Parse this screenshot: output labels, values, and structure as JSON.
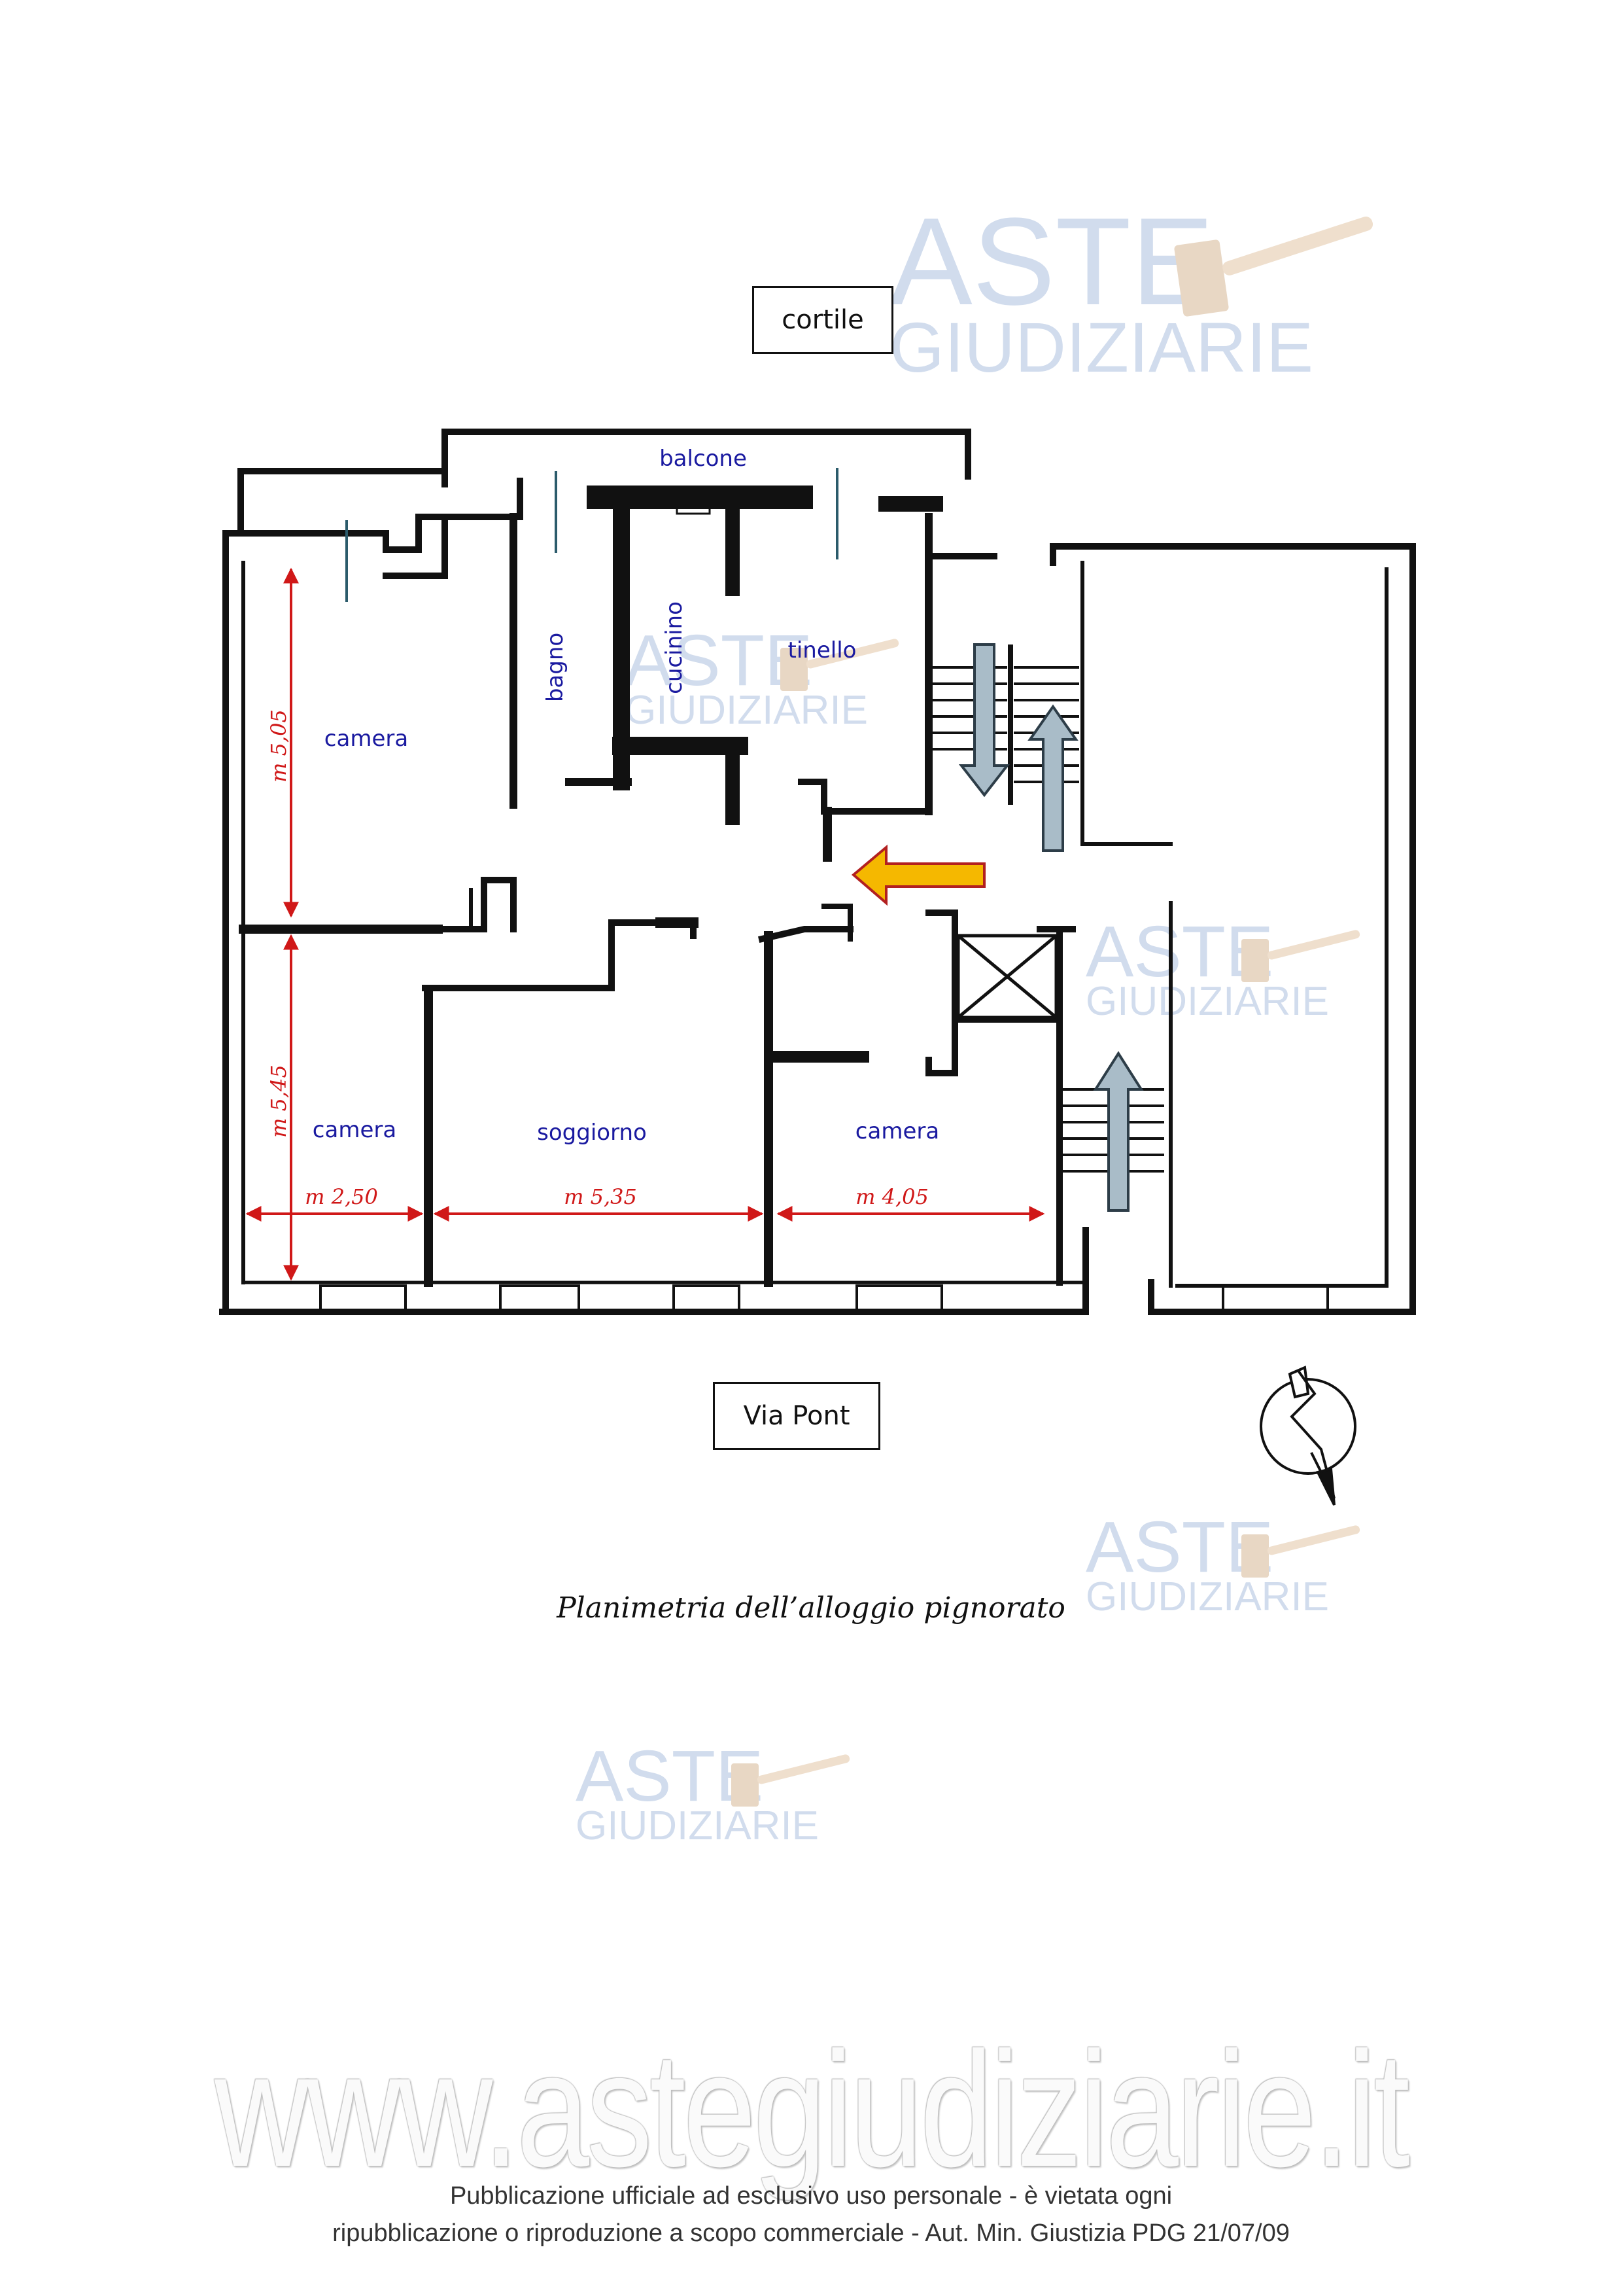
{
  "labels": {
    "cortile": "cortile",
    "via": "Via Pont",
    "balcone": "balcone",
    "cucinino": "cucinino",
    "tinello": "tinello",
    "bagno": "bagno",
    "camera_top_left": "camera",
    "camera_bottom_left": "camera",
    "soggiorno": "soggiorno",
    "camera_bottom_right": "camera"
  },
  "dimensions": {
    "d505": "m 5,05",
    "d545": "m 5,45",
    "d250": "m 2,50",
    "d535": "m 5,35",
    "d405": "m 4,05"
  },
  "caption": "Planimetria dell’alloggio pignorato",
  "watermark": {
    "line1": "ASTE",
    "line2": "GIUDIZIARIE",
    "site": "www.astegiudiziarie.it"
  },
  "footer": {
    "line1": "Pubblicazione ufficiale ad esclusivo uso personale - è vietata ogni",
    "line2": "ripubblicazione o riproduzione a scopo commerciale - Aut. Min. Giustizia PDG 21/07/09"
  },
  "colors": {
    "wall": "#111111",
    "room_label": "#1a1aa0",
    "dimension": "#d01818",
    "entrance_arrow": "#f5b800",
    "stair_arrow": "#a9bcc8",
    "watermark": "#d1dced"
  }
}
